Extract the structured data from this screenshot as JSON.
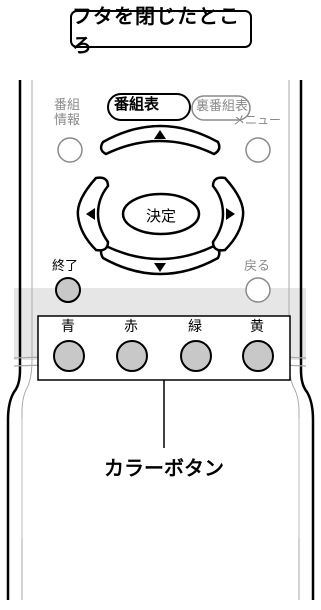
{
  "title": "フタを閉じたところ",
  "remote": {
    "top_left_label": [
      "番組",
      "情報"
    ],
    "guide_button": "番組表",
    "reverse_guide_button": "裏番組表",
    "menu_label": "メニュー",
    "ok_button": "決定",
    "end_label": "終了",
    "back_label": "戻る",
    "color_labels": [
      "青",
      "赤",
      "緑",
      "黄"
    ],
    "colors": {
      "line": "#000000",
      "button_fill": "#c8c8c8",
      "faded": "#8a8a8a",
      "band": "#e6e6e6"
    }
  },
  "callout": "カラーボタン",
  "icons": {
    "up": "triangle-up-icon",
    "down": "triangle-down-icon",
    "left": "triangle-left-icon",
    "right": "triangle-right-icon"
  }
}
